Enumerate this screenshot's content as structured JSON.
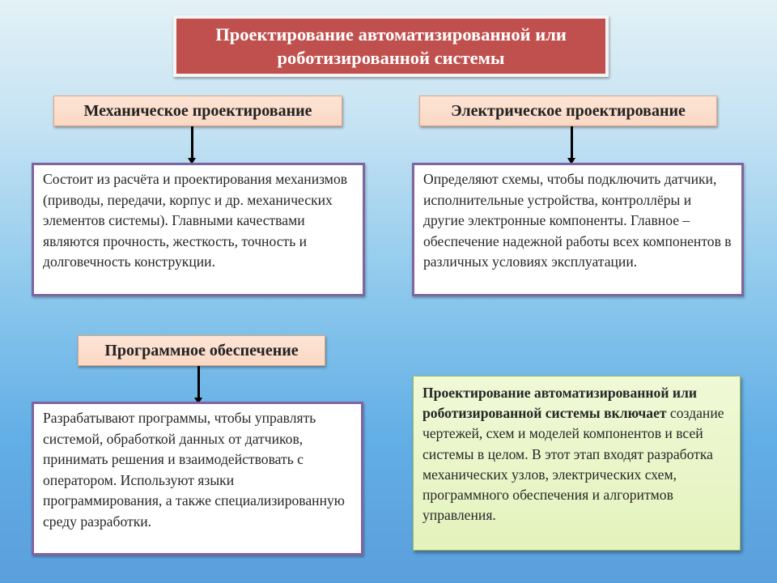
{
  "title": {
    "text": "Проектирование автоматизированной или роботизированной системы"
  },
  "sections": [
    {
      "id": "mechanical",
      "heading": "Механическое проектирование",
      "description": "Состоит из расчёта и проектирования механизмов (приводы, передачи, корпус и др. механических элементов системы). Главными качествами являются прочность, жесткость, точность и долговечность конструкции."
    },
    {
      "id": "electrical",
      "heading": "Электрическое проектирование",
      "description": "Определяют схемы, чтобы подключить датчики, исполнительные устройства, контроллёры и другие электронные компоненты. Главное – обеспечение надежной работы всех компонентов в различных условиях эксплуатации."
    },
    {
      "id": "software",
      "heading": "Программное обеспечение",
      "description": "Разрабатывают программы, чтобы управлять системой, обработкой данных от датчиков, принимать решения и взаимодействовать с оператором. Используют языки программирования, а также специализированную среду разработки."
    }
  ],
  "summary": {
    "bold_text": "Проектирование автоматизированной или роботизированной системы включает",
    "text": " создание чертежей, схем и моделей компонентов и всей системы в целом. В этот этап входят разработка механических узлов, электрических схем, программного обеспечения и алгоритмов управления."
  },
  "colors": {
    "title_fill": "#c0504d",
    "header_fill": "#fce4d6",
    "desc_border": "#8064a2",
    "summary_fill": "#ebf5cc",
    "summary_border": "#9bbb59"
  }
}
